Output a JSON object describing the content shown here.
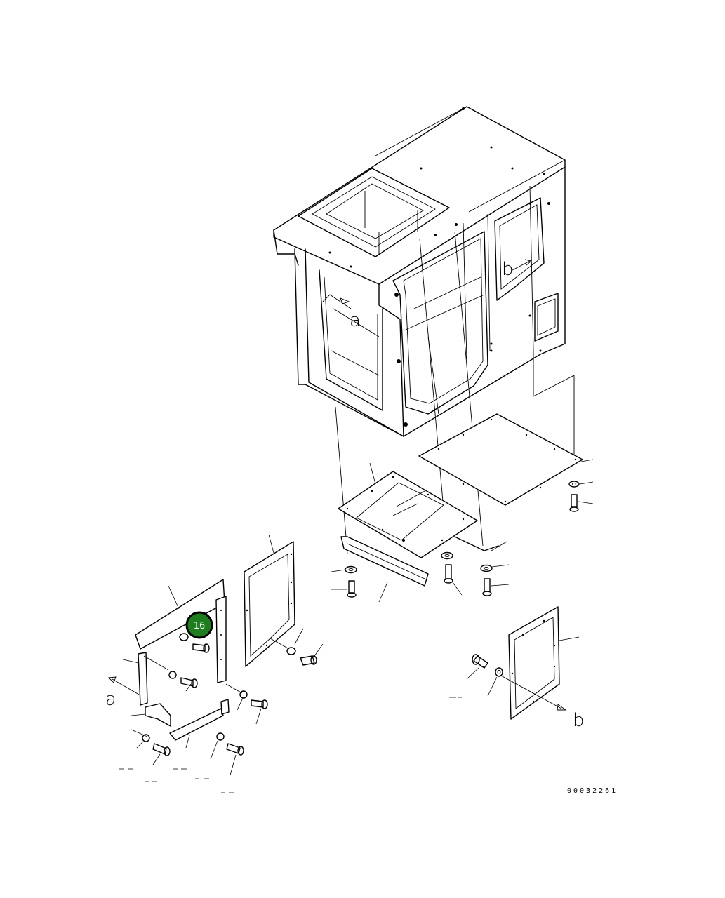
{
  "callout": {
    "number": "16",
    "color": "#1e7d1e"
  },
  "ref_labels": {
    "a_upper": "a",
    "b_upper": "b",
    "a_lower": "a",
    "b_lower": "b"
  },
  "drawing_code": "00032261"
}
